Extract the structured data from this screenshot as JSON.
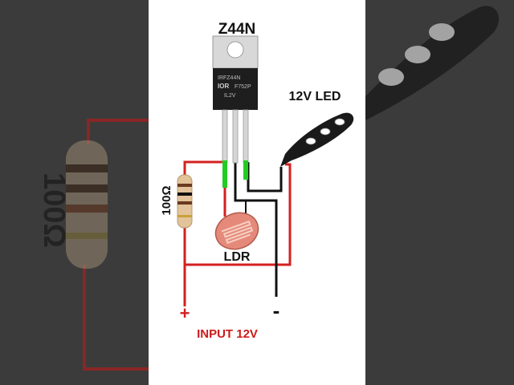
{
  "mosfet": {
    "label": "Z44N",
    "marking_line1": "IRFZ44N",
    "marking_line2": "IOR",
    "marking_line3": "F752P",
    "marking_line4": "IL2V"
  },
  "led": {
    "label": "12V LED"
  },
  "resistor": {
    "label": "100Ω"
  },
  "ldr": {
    "label": "LDR"
  },
  "input": {
    "label": "INPUT 12V",
    "plus": "+",
    "minus": "-"
  },
  "background": {
    "left_resistor_label": "100Ω"
  },
  "colors": {
    "wire_positive": "#d42020",
    "wire_negative": "#111111",
    "wire_gate": "#22cc22",
    "label_red": "#cc1a1a",
    "label_black": "#111111",
    "panel": "#ffffff",
    "side_background": "#3b3b3b"
  }
}
